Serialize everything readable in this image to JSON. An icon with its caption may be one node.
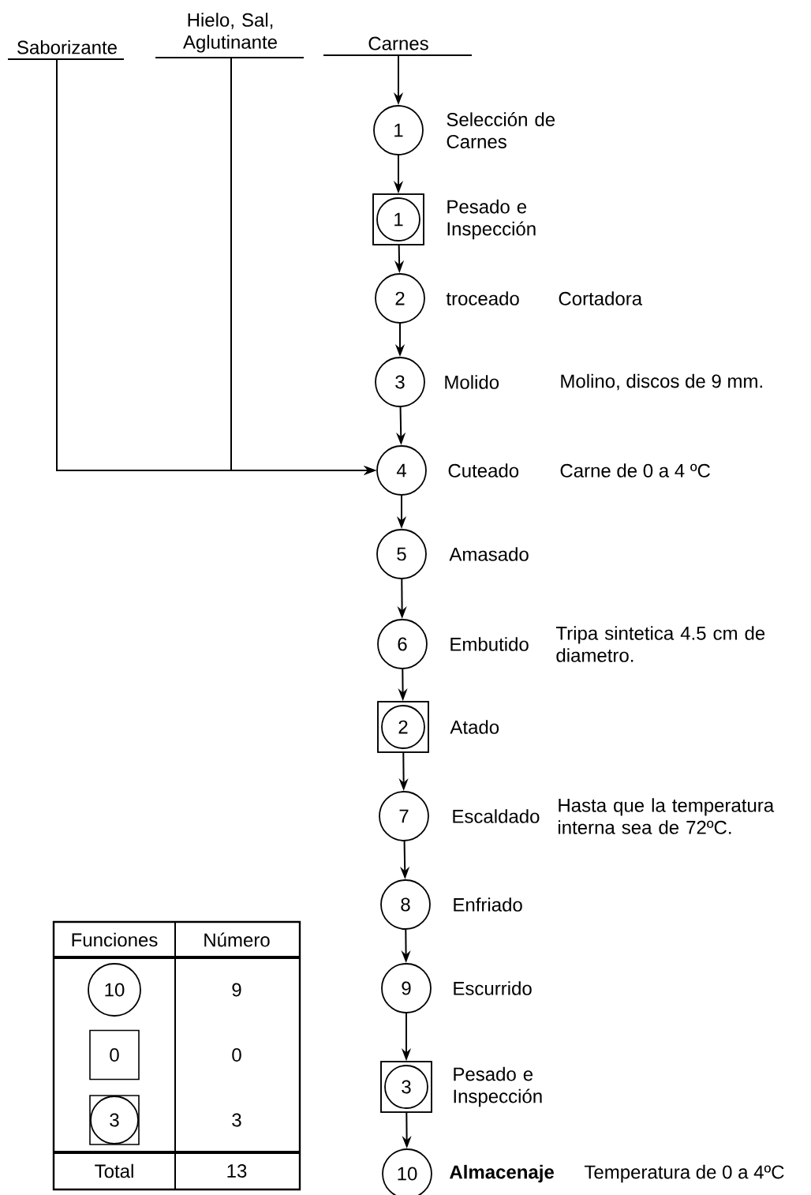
{
  "diagram": {
    "nodes": [
      {
        "text": [
          "Saborizante"
        ]
      },
      {
        "text": [
          "Hielo, Sal, Aglutinante"
        ]
      },
      {
        "text": [
          "Carnes"
        ]
      },
      {
        "text": [
          "1"
        ],
        "beside": [
          "Selección de Carnes"
        ]
      },
      {
        "text": [],
        "shape": "box"
      },
      {
        "text": [
          "1"
        ],
        "in": 4,
        "beside": [
          "Pesado e Inspección"
        ]
      },
      {
        "text": [
          "2"
        ],
        "beside": [
          "troceado",
          "Cortadora"
        ]
      },
      {
        "text": [
          "3"
        ],
        "beside": [
          "Molido",
          "Molino, discos de 9 mm."
        ]
      },
      {
        "text": [
          "4"
        ],
        "beside": [
          "Cuteado",
          "Carne de 0 a 4 ºC"
        ]
      },
      {
        "text": [
          "5"
        ],
        "beside": [
          "Amasado"
        ]
      },
      {
        "text": [
          "6"
        ],
        "beside": [
          "Embutido",
          "Tripa sintetica 4.5 cm de diametro."
        ]
      },
      {
        "text": [],
        "shape": "box"
      },
      {
        "text": [
          "2"
        ],
        "in": 11,
        "beside": [
          "Atado"
        ]
      },
      {
        "text": [
          "7"
        ],
        "beside": [
          "Escaldado",
          "Hasta que la temperatura interna sea de 72ºC."
        ]
      },
      {
        "text": [
          "8"
        ],
        "beside": [
          "Enfriado"
        ]
      },
      {
        "text": [
          "9"
        ],
        "beside": [
          "Escurrido"
        ]
      },
      {
        "text": [],
        "shape": "box"
      },
      {
        "text": [
          "3"
        ],
        "in": 16,
        "beside": [
          "Pesado e Inspección"
        ]
      },
      {
        "text": [
          "10"
        ],
        "beside": [
          "Almacenaje",
          "Temperatura de 0 a 4ºC"
        ]
      }
    ],
    "edges": [
      {
        "from": 2,
        "to": 3,
        "arrow": "to"
      },
      {
        "from": 3,
        "to": 4,
        "arrow": "to"
      },
      {
        "from": 4,
        "to": 6,
        "arrow": "to"
      },
      {
        "from": 6,
        "to": 7,
        "arrow": "to"
      },
      {
        "from": 7,
        "to": 8,
        "arrow": "to"
      },
      {
        "from": 8,
        "to": 9,
        "arrow": "to"
      },
      {
        "from": 9,
        "to": 10,
        "arrow": "to"
      },
      {
        "from": 10,
        "to": 11,
        "arrow": "to"
      },
      {
        "from": 11,
        "to": 13,
        "arrow": "to"
      },
      {
        "from": 13,
        "to": 14,
        "arrow": "to"
      },
      {
        "from": 14,
        "to": 15,
        "arrow": "to"
      },
      {
        "from": 15,
        "to": 16,
        "arrow": "to"
      },
      {
        "from": 16,
        "to": 18,
        "arrow": "to"
      },
      {
        "from": 0,
        "to": 8,
        "arrow": "to"
      },
      {
        "from": 1,
        "to": 8,
        "arrow": "to"
      }
    ],
    "labels": [
      "Funciones",
      "Número",
      "10",
      "9",
      "0",
      "0",
      "3",
      "3",
      "Total",
      "13"
    ]
  }
}
